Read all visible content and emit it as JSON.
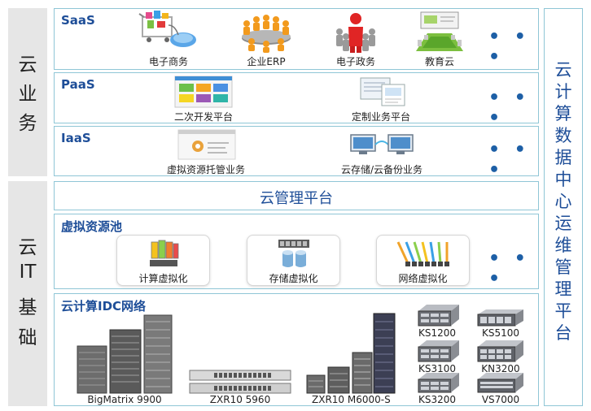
{
  "left_labels": {
    "cloud_business": [
      "云",
      "业",
      "务"
    ],
    "cloud_it_base": [
      "云",
      "IT",
      "基",
      "础"
    ]
  },
  "right_label": [
    "云",
    "计",
    "算",
    "数",
    "据",
    "中",
    "心",
    "运",
    "维",
    "管",
    "理",
    "平",
    "台"
  ],
  "saas": {
    "title": "SaaS",
    "items": [
      "电子商务",
      "企业ERP",
      "电子政务",
      "教育云"
    ],
    "more": "• • •"
  },
  "paas": {
    "title": "PaaS",
    "items": [
      "二次开发平台",
      "定制业务平台"
    ],
    "more": "• • •"
  },
  "iaas": {
    "title": "IaaS",
    "items": [
      "虚拟资源托管业务",
      "云存储/云备份业务"
    ],
    "more": "• • •"
  },
  "cloud_mgmt": {
    "title": "云管理平台"
  },
  "virtual_pool": {
    "title": "虚拟资源池",
    "items": [
      "计算虚拟化",
      "存储虚拟化",
      "网络虚拟化"
    ],
    "more": "• • •"
  },
  "idc": {
    "title": "云计算IDC网络",
    "devices": [
      "BigMatrix 9900",
      "ZXR10 5960",
      "ZXR10 M6000-S"
    ],
    "storage": [
      "KS1200",
      "KS5100",
      "KS3100",
      "KN3200",
      "KS3200",
      "VS7000"
    ]
  },
  "colors": {
    "accent_blue": "#1e4e98",
    "border": "#8fc6d6",
    "side_gray": "#e6e6e6",
    "dots_blue": "#1d5fa6"
  }
}
